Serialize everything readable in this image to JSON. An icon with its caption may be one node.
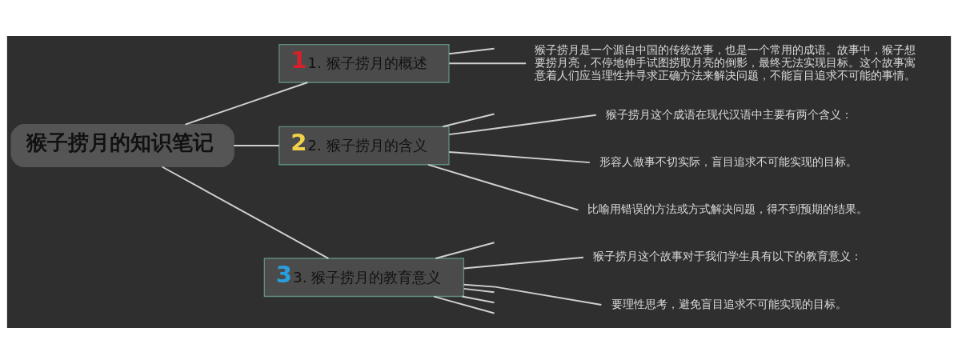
{
  "diagram": {
    "nodes": [
      {
        "text": [
          "猴子捞月的知识笔记"
        ]
      },
      {
        "text": [
          "1",
          "1. 猴子捞月的概述"
        ]
      },
      {
        "text": [
          "猴子捞月是一个源自中国的传统故事，也是一个常用的成语。故事中，猴子想要捞月亮，不停地伸手试图捞取月亮的倒影，最终无法实现目标。这个故事寓意着人们应当理性并寻求正确方法来解决问题，不能盲目追求不可能的事情。"
        ]
      },
      {
        "text": [
          "2",
          "2. 猴子捞月的含义"
        ]
      },
      {
        "text": [
          "猴子捞月这个成语在现代汉语中主要有两个含义："
        ]
      },
      {
        "text": [
          "形容人做事不切实际，盲目追求不可能实现的目标。"
        ]
      },
      {
        "text": [
          "比喻用错误的方法或方式解决问题，得不到预期的结果。"
        ]
      },
      {
        "text": [
          "3",
          "3. 猴子捞月的教育意义"
        ]
      },
      {
        "text": [
          "猴子捞月这个故事对于我们学生具有以下的教育意义："
        ]
      },
      {
        "text": [
          "要理性思考，避免盲目追求不可能实现的目标。"
        ]
      }
    ],
    "edges": [
      {
        "from": 0,
        "to": 1,
        "arrow": "none"
      },
      {
        "from": 1,
        "to": null,
        "arrow": "none"
      },
      {
        "from": 1,
        "to": 2,
        "arrow": "none"
      },
      {
        "from": 0,
        "to": 3,
        "arrow": "none"
      },
      {
        "from": 3,
        "to": null,
        "arrow": "none"
      },
      {
        "from": 3,
        "to": 4,
        "arrow": "none"
      },
      {
        "from": 3,
        "to": 5,
        "arrow": "none"
      },
      {
        "from": 3,
        "to": 6,
        "arrow": "none"
      },
      {
        "from": 0,
        "to": 7,
        "arrow": "none"
      },
      {
        "from": 7,
        "to": null,
        "arrow": "none"
      },
      {
        "from": 7,
        "to": 8,
        "arrow": "none"
      },
      {
        "from": 7,
        "to": 9,
        "arrow": "none"
      },
      {
        "from": 7,
        "to": null,
        "arrow": "none"
      },
      {
        "from": 7,
        "to": null,
        "arrow": "none"
      },
      {
        "from": 7,
        "to": null,
        "arrow": "none"
      }
    ]
  }
}
